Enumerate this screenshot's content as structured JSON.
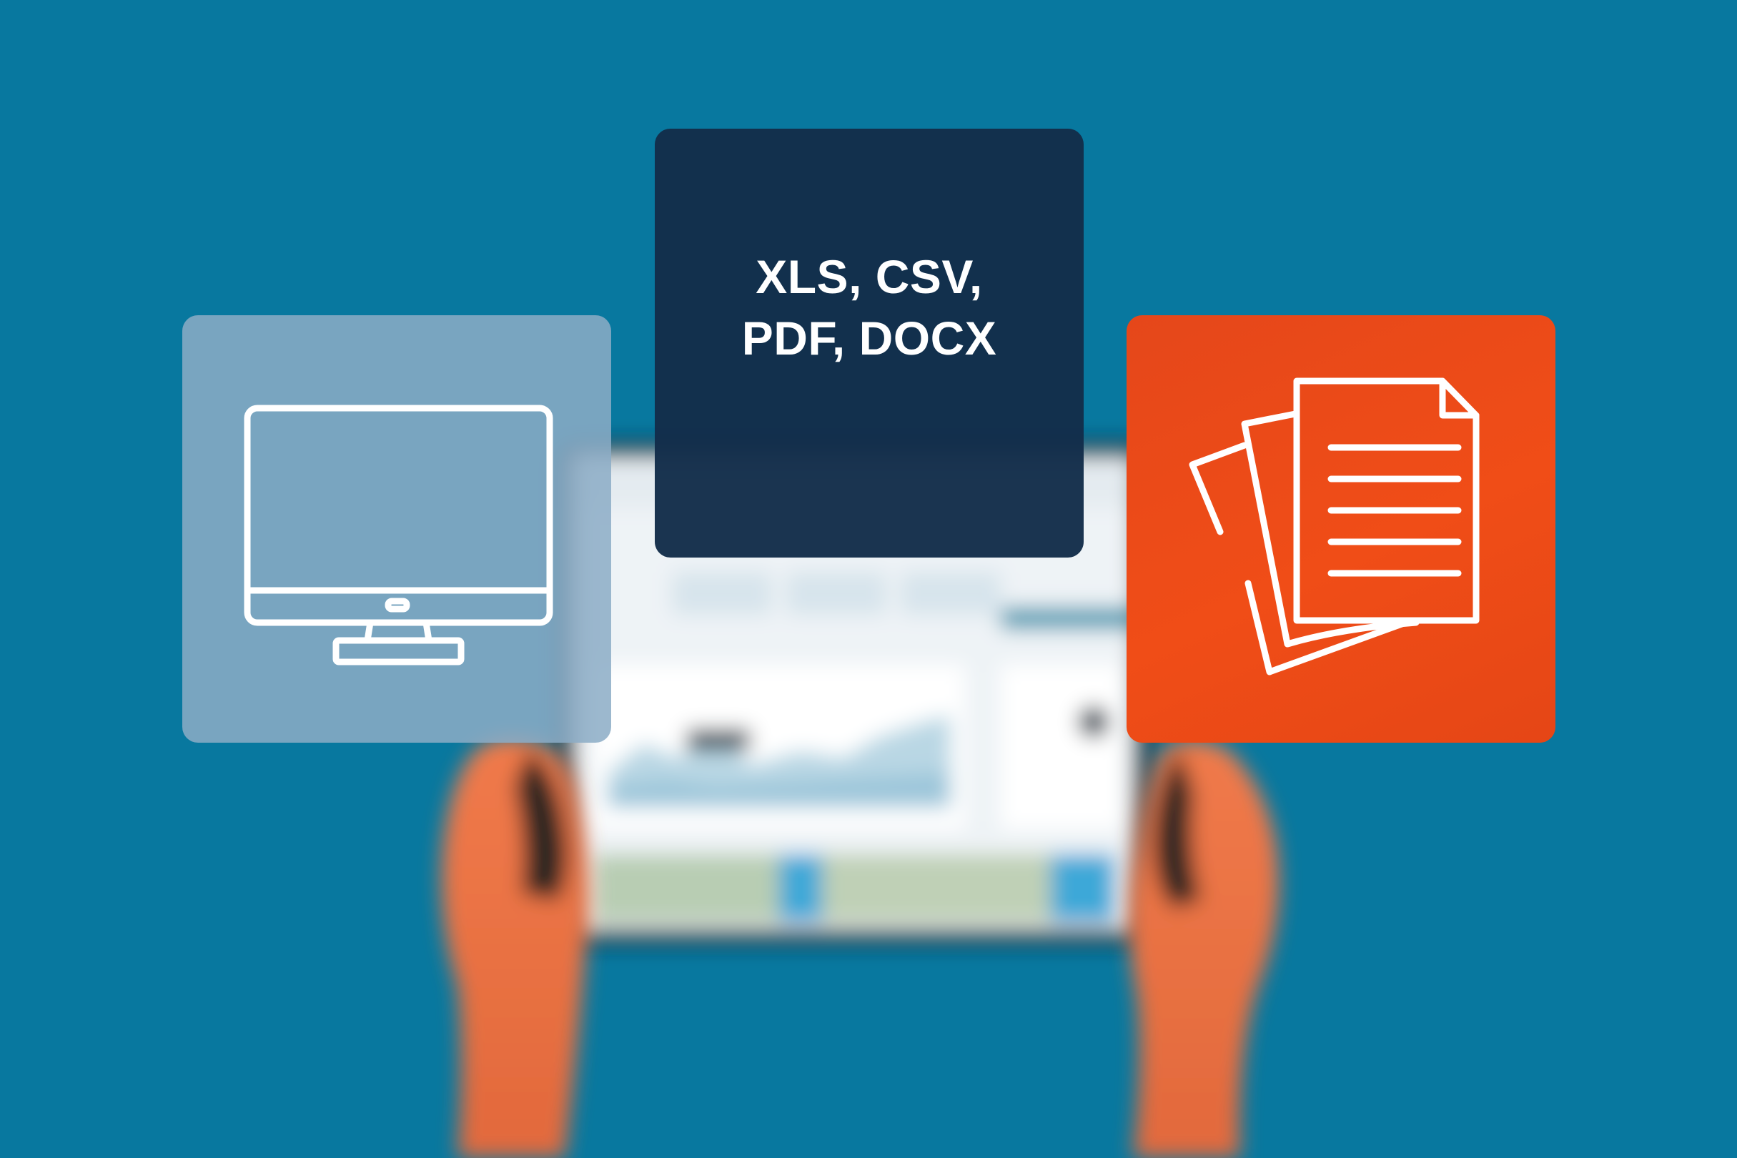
{
  "background": {
    "color": "#08789f",
    "scene": "blurred-hands-holding-tablet-dashboard"
  },
  "cards": {
    "monitor": {
      "icon": "monitor-icon",
      "color": "#8cacc6"
    },
    "formats": {
      "line1": "XLS, CSV,",
      "line2": "PDF, DOCX",
      "color": "#132d4a"
    },
    "documents": {
      "icon": "documents-icon",
      "color": "#f04d17"
    }
  }
}
